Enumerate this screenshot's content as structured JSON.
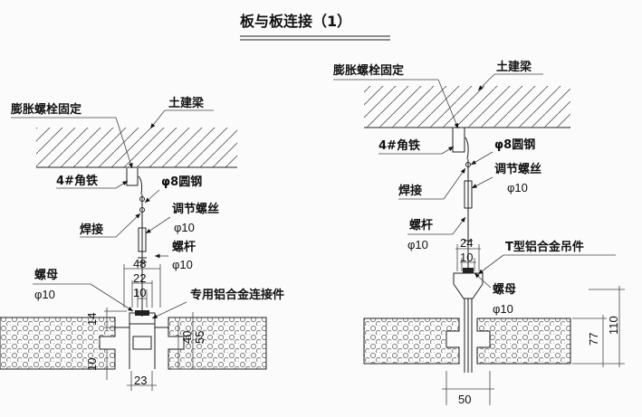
{
  "title": "板与板连接（1）",
  "left": {
    "expansion_bolt": "膨胀螺栓固定",
    "civil_beam": "土建梁",
    "angle_iron": "4#角铁",
    "round_steel": "φ8圆钢",
    "weld": "焊接",
    "adjust_screw": "调节螺丝",
    "adjust_screw_dia": "φ10",
    "rod": "螺杆",
    "rod_dia": "φ10",
    "nut": "螺母",
    "nut_dia": "φ10",
    "connector": "专用铝合金连接件",
    "dims": {
      "d48": "48",
      "d22": "22",
      "d10": "10",
      "d14": "14",
      "d10b": "10",
      "d40": "40",
      "d55": "55",
      "d23": "23"
    }
  },
  "right": {
    "expansion_bolt": "膨胀螺栓固定",
    "civil_beam": "土建梁",
    "angle_iron": "4#角铁",
    "round_steel": "φ8圆钢",
    "weld": "焊接",
    "adjust_screw": "调节螺丝",
    "adjust_screw_dia": "φ10",
    "rod": "螺杆",
    "rod_dia": "φ10",
    "t_hanger": "T型铝合金吊件",
    "nut": "螺母",
    "nut_dia": "φ10",
    "dims": {
      "d24": "24",
      "d10": "10",
      "d77": "77",
      "d110": "110",
      "d50": "50"
    }
  }
}
